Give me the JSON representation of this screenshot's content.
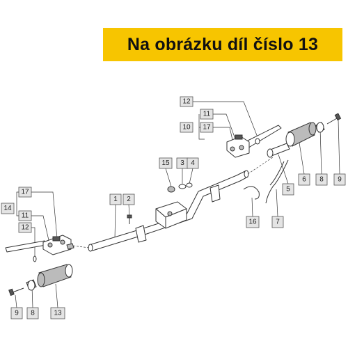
{
  "banner": {
    "text": "Na obrázku díl číslo 13",
    "background": "#f7c500"
  },
  "callouts": [
    {
      "id": "c12-top",
      "label": "12"
    },
    {
      "id": "c11-top",
      "label": "11"
    },
    {
      "id": "c10",
      "label": "10"
    },
    {
      "id": "c17-top",
      "label": "17"
    },
    {
      "id": "c9-right",
      "label": "9"
    },
    {
      "id": "c8-right",
      "label": "8"
    },
    {
      "id": "c6",
      "label": "6"
    },
    {
      "id": "c5",
      "label": "5"
    },
    {
      "id": "c15",
      "label": "15"
    },
    {
      "id": "c3",
      "label": "3"
    },
    {
      "id": "c4",
      "label": "4"
    },
    {
      "id": "c1",
      "label": "1"
    },
    {
      "id": "c2",
      "label": "2"
    },
    {
      "id": "c16",
      "label": "16"
    },
    {
      "id": "c7",
      "label": "7"
    },
    {
      "id": "c17-left",
      "label": "17"
    },
    {
      "id": "c14",
      "label": "14"
    },
    {
      "id": "c11-left",
      "label": "11"
    },
    {
      "id": "c12-left",
      "label": "12"
    },
    {
      "id": "c9-left",
      "label": "9"
    },
    {
      "id": "c8-left",
      "label": "8"
    },
    {
      "id": "c13",
      "label": "13"
    }
  ]
}
